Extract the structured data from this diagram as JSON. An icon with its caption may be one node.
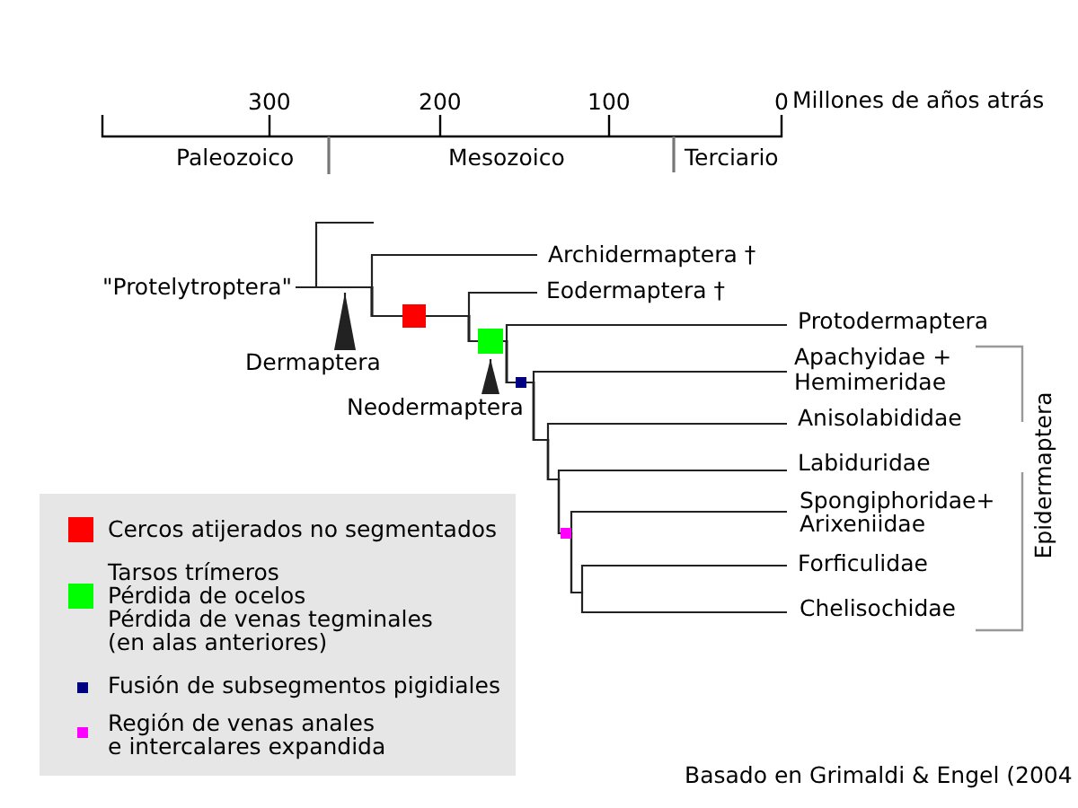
{
  "diagram": {
    "caption": "Basado en Grimaldi & Engel (2004",
    "nodes": [
      {
        "text": [
          "Archidermaptera †"
        ]
      },
      {
        "text": [
          "\"Protelytroptera\""
        ]
      },
      {
        "text": [
          "Eodermaptera †"
        ]
      },
      {
        "text": [
          "Protodermaptera"
        ]
      },
      {
        "text": [
          "Dermaptera"
        ]
      },
      {
        "text": [
          "Apachyidae + Hemimeridae"
        ]
      },
      {
        "text": [
          "Neodermaptera"
        ]
      },
      {
        "text": [
          "Anisolabididae"
        ]
      },
      {
        "text": [
          "Labiduridae"
        ]
      },
      {
        "text": [
          "Spongiphoridae+ Arixeniidae"
        ]
      },
      {
        "text": [
          "Forficulidae"
        ]
      },
      {
        "text": [
          "Chelisochidae"
        ]
      }
    ],
    "edges": [
      {
        "from": 1,
        "to": null,
        "arrow": "none"
      },
      {
        "from": 1,
        "to": 0,
        "arrow": "none"
      },
      {
        "from": 1,
        "to": 2,
        "arrow": "none"
      },
      {
        "from": 1,
        "to": 3,
        "arrow": "none"
      },
      {
        "from": 1,
        "to": 5,
        "arrow": "none"
      },
      {
        "from": 1,
        "to": 7,
        "arrow": "none"
      },
      {
        "from": 1,
        "to": 8,
        "arrow": "none"
      },
      {
        "from": 1,
        "to": 9,
        "arrow": "none"
      },
      {
        "from": 1,
        "to": 10,
        "arrow": "none"
      },
      {
        "from": 1,
        "to": 11,
        "arrow": "none"
      },
      {
        "from": 4,
        "to": null,
        "arrow": "to"
      },
      {
        "from": 6,
        "to": null,
        "arrow": "to"
      }
    ],
    "labels": [
      "300",
      "200",
      "100",
      "0",
      "Millones de años atrás",
      "Paleozoico",
      "Mesozoico",
      "Terciario",
      "Epidermaptera"
    ],
    "legend": [
      {
        "text": "Cercos atijerados no segmentados",
        "color": "#ff0000"
      },
      {
        "text": "Tarsos trímeros Pérdida de ocelos Pérdida de venas tegminales (en alas anteriores)",
        "color": "#00ff00"
      },
      {
        "text": "Fusión de subsegmentos pigidiales",
        "color": "#000080"
      },
      {
        "text": "Región de venas anales e intercalares expandida",
        "color": "#ff00ff"
      }
    ]
  }
}
